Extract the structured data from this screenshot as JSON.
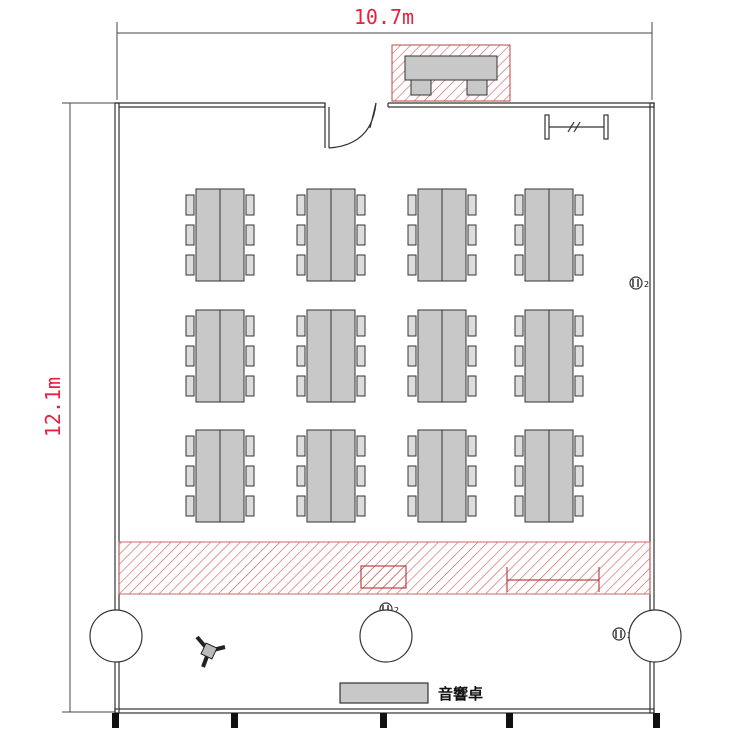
{
  "dimensions": {
    "width_label": "10.7m",
    "height_label": "12.1m"
  },
  "labels": {
    "mixer": "音響卓",
    "outlet_count": "2"
  },
  "layout": {
    "table_rows": 3,
    "table_columns": 4,
    "chairs_per_side": 3
  },
  "colors": {
    "dimension": "#e8203c",
    "hatch": "#d25a5a",
    "table_fill": "#c8c8c8",
    "wall": "#333333"
  }
}
